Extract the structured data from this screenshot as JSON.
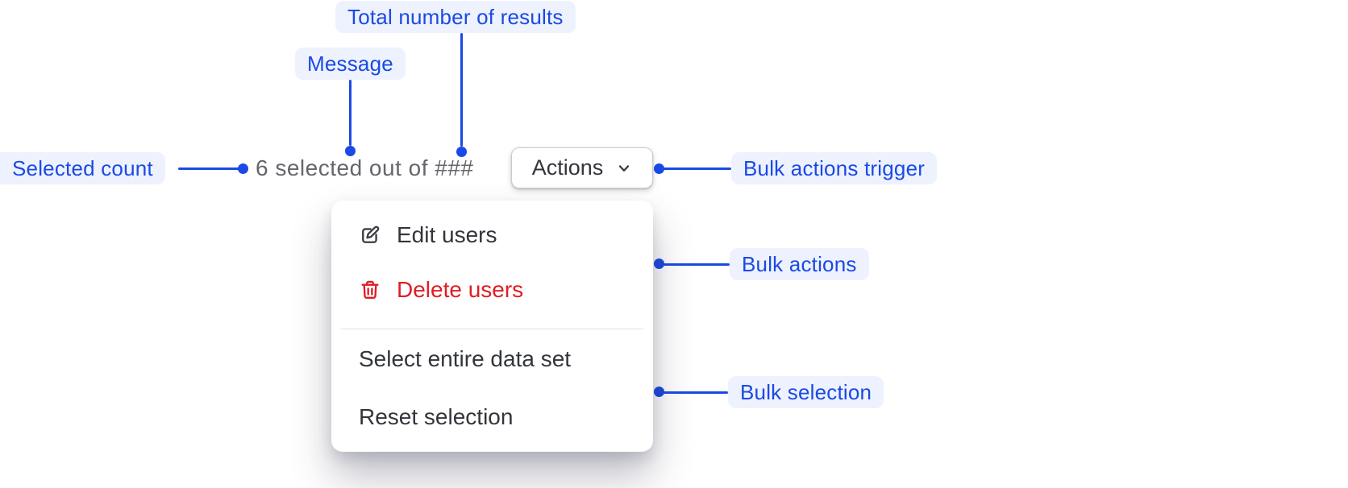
{
  "colors": {
    "accent_blue": "#1b49e5",
    "annotation_pill_bg": "#edf2fe",
    "critical_red": "#e01c24",
    "menu_text": "#32353a",
    "message_text": "#64666b",
    "divider": "#e4e4e6",
    "button_border": "#c9ccd1"
  },
  "annotations": {
    "total_results": "Total number of results",
    "message": "Message",
    "selected_count": "Selected count",
    "bulk_actions_trigger": "Bulk actions trigger",
    "bulk_actions": "Bulk actions",
    "bulk_selection": "Bulk selection"
  },
  "bulk_bar": {
    "message": "6 selected out of ###",
    "actions_label": "Actions",
    "actions_icon": "chevron-down-icon"
  },
  "menu": {
    "items": [
      {
        "label": "Edit users",
        "icon": "edit-icon",
        "tone": "default"
      },
      {
        "label": "Delete users",
        "icon": "trash-icon",
        "tone": "critical"
      },
      {
        "type": "divider"
      },
      {
        "label": "Select entire data set",
        "tone": "default"
      },
      {
        "label": "Reset selection",
        "tone": "default"
      }
    ]
  }
}
